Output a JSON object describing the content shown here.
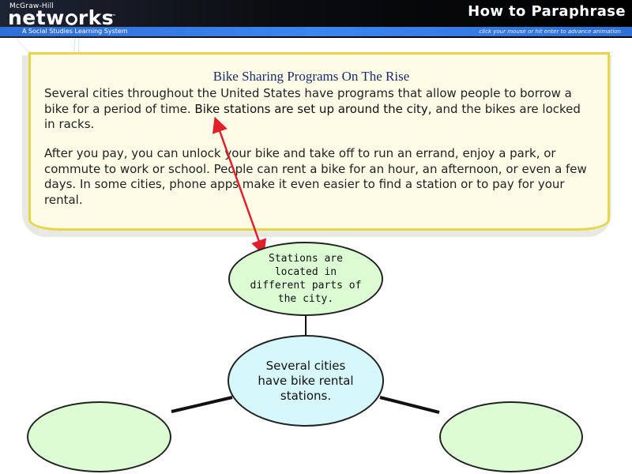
{
  "header": {
    "brand_top": "McGraw-Hill",
    "brand_before_o": "netw",
    "brand_after_o": "rks",
    "brand_tm": "™",
    "tagline": "A Social Studies Learning System",
    "title": "How to Paraphrase",
    "instruction": "click your mouse or hit enter to advance animation"
  },
  "note": {
    "title": "Bike Sharing Programs On The Rise",
    "para1_before": "Several cities throughout the United States have programs that allow people to borrow a bike for a period of time. ",
    "para1_emphasis": "Bike stations are set up around the city,",
    "para1_after": " and the bikes are locked in racks.",
    "para2": "After you pay, you can unlock your bike and take off to run an errand, enjoy a park, or commute to work or school. People can rent a bike for an hour, an afternoon, or even a few days. In some cities, phone apps make it even easier to find a station or to pay for your rental."
  },
  "diagram": {
    "top_oval": "Stations are located in different parts of the city.",
    "center_oval": "Several cities have bike rental stations.",
    "left_oval": "",
    "right_oval": "",
    "arrow_color": "#e0202a",
    "oval_green": "#dcfcd4",
    "oval_cyan": "#d7f8fb"
  }
}
